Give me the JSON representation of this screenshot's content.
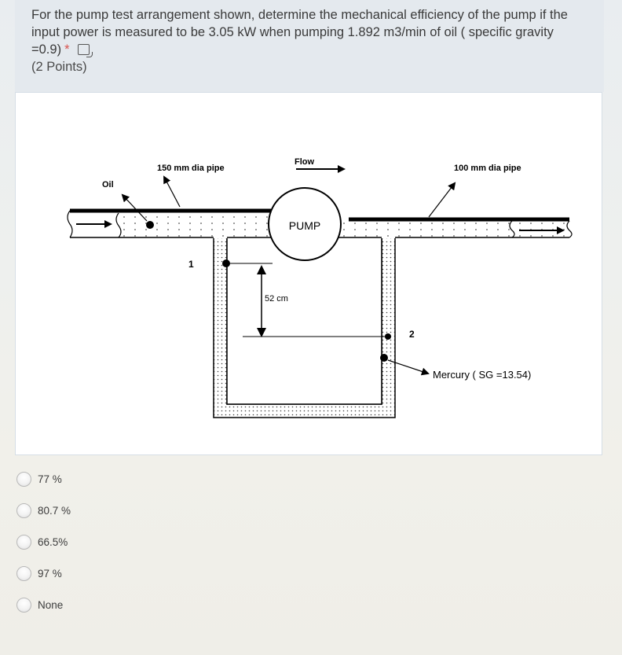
{
  "question": {
    "line1": "For the pump test arrangement shown, determine the mechanical efficiency of the pump if the",
    "line2": "input power is measured to be 3.05 kW when pumping 1.892 m3/min of oil ( specific gravity",
    "line3": "=0.9)",
    "required_marker": "*",
    "points": "(2 Points)",
    "icon": "immersive-reader-speaker-icon"
  },
  "figure": {
    "label_150": "150 mm dia pipe",
    "label_flow": "Flow",
    "label_100": "100 mm dia pipe",
    "label_oil": "Oil",
    "label_pump": "PUMP",
    "label_1": "1",
    "label_2": "2",
    "label_52": "52 cm",
    "label_mercury": "Mercury ( SG =13.54)"
  },
  "options": [
    {
      "label": "77 %"
    },
    {
      "label": "80.7 %"
    },
    {
      "label": "66.5%"
    },
    {
      "label": "97 %"
    },
    {
      "label": "None"
    }
  ],
  "colors": {
    "required": "#d9534f",
    "text": "#3a3a3a",
    "card": "#e4e9ee"
  }
}
